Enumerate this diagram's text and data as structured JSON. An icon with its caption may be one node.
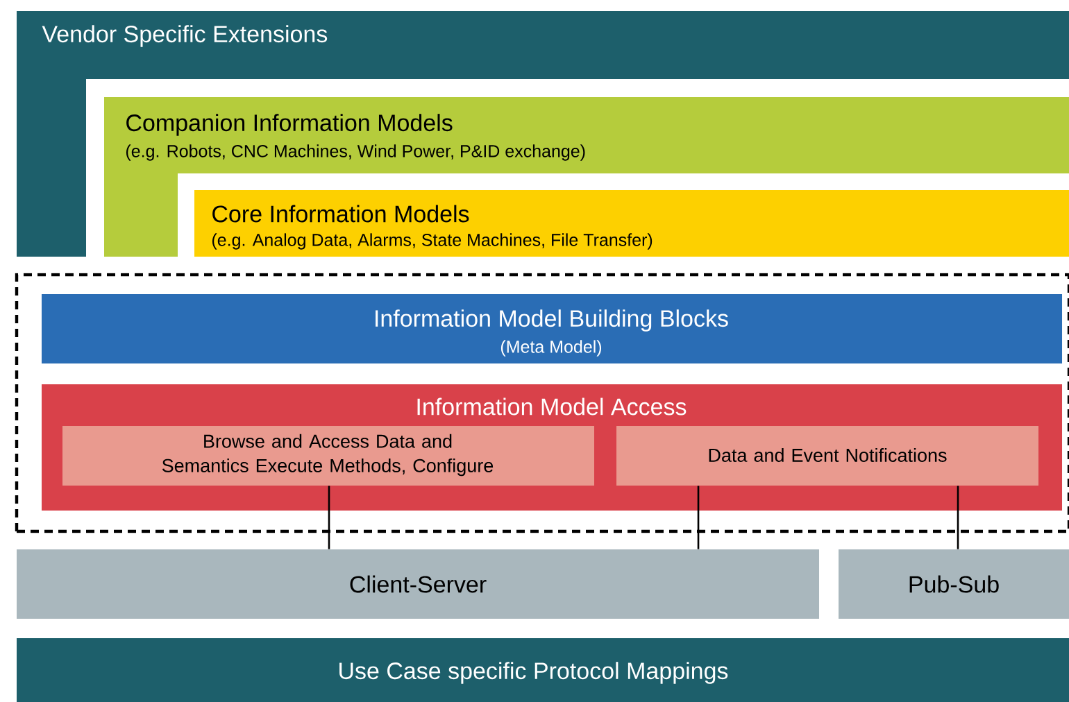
{
  "diagram": {
    "nodes": [
      {
        "text": [
          "Vendor Specific Extensions"
        ]
      },
      {
        "text": [
          "Companion Information Models",
          "(e.g. Robots, CNC Machines, Wind Power, P&ID exchange)"
        ],
        "in": 0
      },
      {
        "text": [
          "Core Information Models",
          "(e.g. Analog Data, Alarms, State Machines, File Transfer)"
        ],
        "in": 1
      },
      {
        "text": [],
        "shape": "box"
      },
      {
        "text": [
          "Information Model Building Blocks",
          "(Meta Model)"
        ],
        "in": 3
      },
      {
        "text": [
          "Information Model Access"
        ],
        "in": 3
      },
      {
        "text": [
          "Browse and Access Data and Semantics Execute Methods, Configure"
        ],
        "in": 5
      },
      {
        "text": [
          "Data and Event Notifications"
        ],
        "in": 5
      },
      {
        "text": [
          "Client-Server"
        ]
      },
      {
        "text": [
          "Pub-Sub"
        ]
      },
      {
        "text": [
          "Use Case specific Protocol Mappings"
        ]
      }
    ],
    "edges": [
      {
        "from": 6,
        "to": 8,
        "arrow": "none"
      },
      {
        "from": 7,
        "to": 8,
        "arrow": "none"
      },
      {
        "from": 7,
        "to": 9,
        "arrow": "none"
      }
    ]
  }
}
